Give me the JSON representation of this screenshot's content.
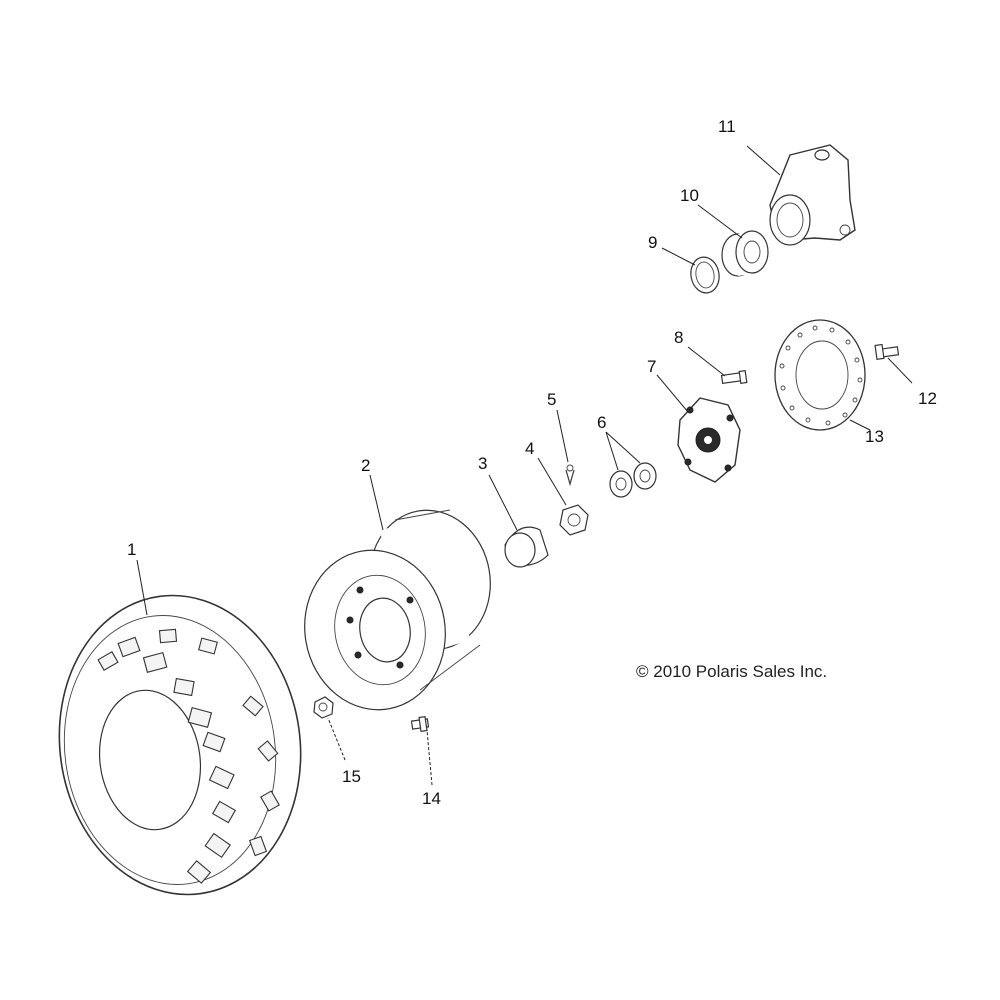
{
  "diagram": {
    "copyright": "© 2010 Polaris Sales Inc.",
    "callouts": [
      {
        "id": "1",
        "part": "tire"
      },
      {
        "id": "2",
        "part": "wheel-rim"
      },
      {
        "id": "3",
        "part": "hub-cap"
      },
      {
        "id": "4",
        "part": "castle-nut"
      },
      {
        "id": "5",
        "part": "cotter-pin"
      },
      {
        "id": "6",
        "part": "washers"
      },
      {
        "id": "7",
        "part": "wheel-hub"
      },
      {
        "id": "8",
        "part": "hub-stud"
      },
      {
        "id": "9",
        "part": "retaining-ring"
      },
      {
        "id": "10",
        "part": "bearing"
      },
      {
        "id": "11",
        "part": "bearing-carrier"
      },
      {
        "id": "12",
        "part": "brake-disc-bolt"
      },
      {
        "id": "13",
        "part": "brake-disc"
      },
      {
        "id": "14",
        "part": "valve-stem-bolt"
      },
      {
        "id": "15",
        "part": "lug-nut"
      }
    ]
  }
}
